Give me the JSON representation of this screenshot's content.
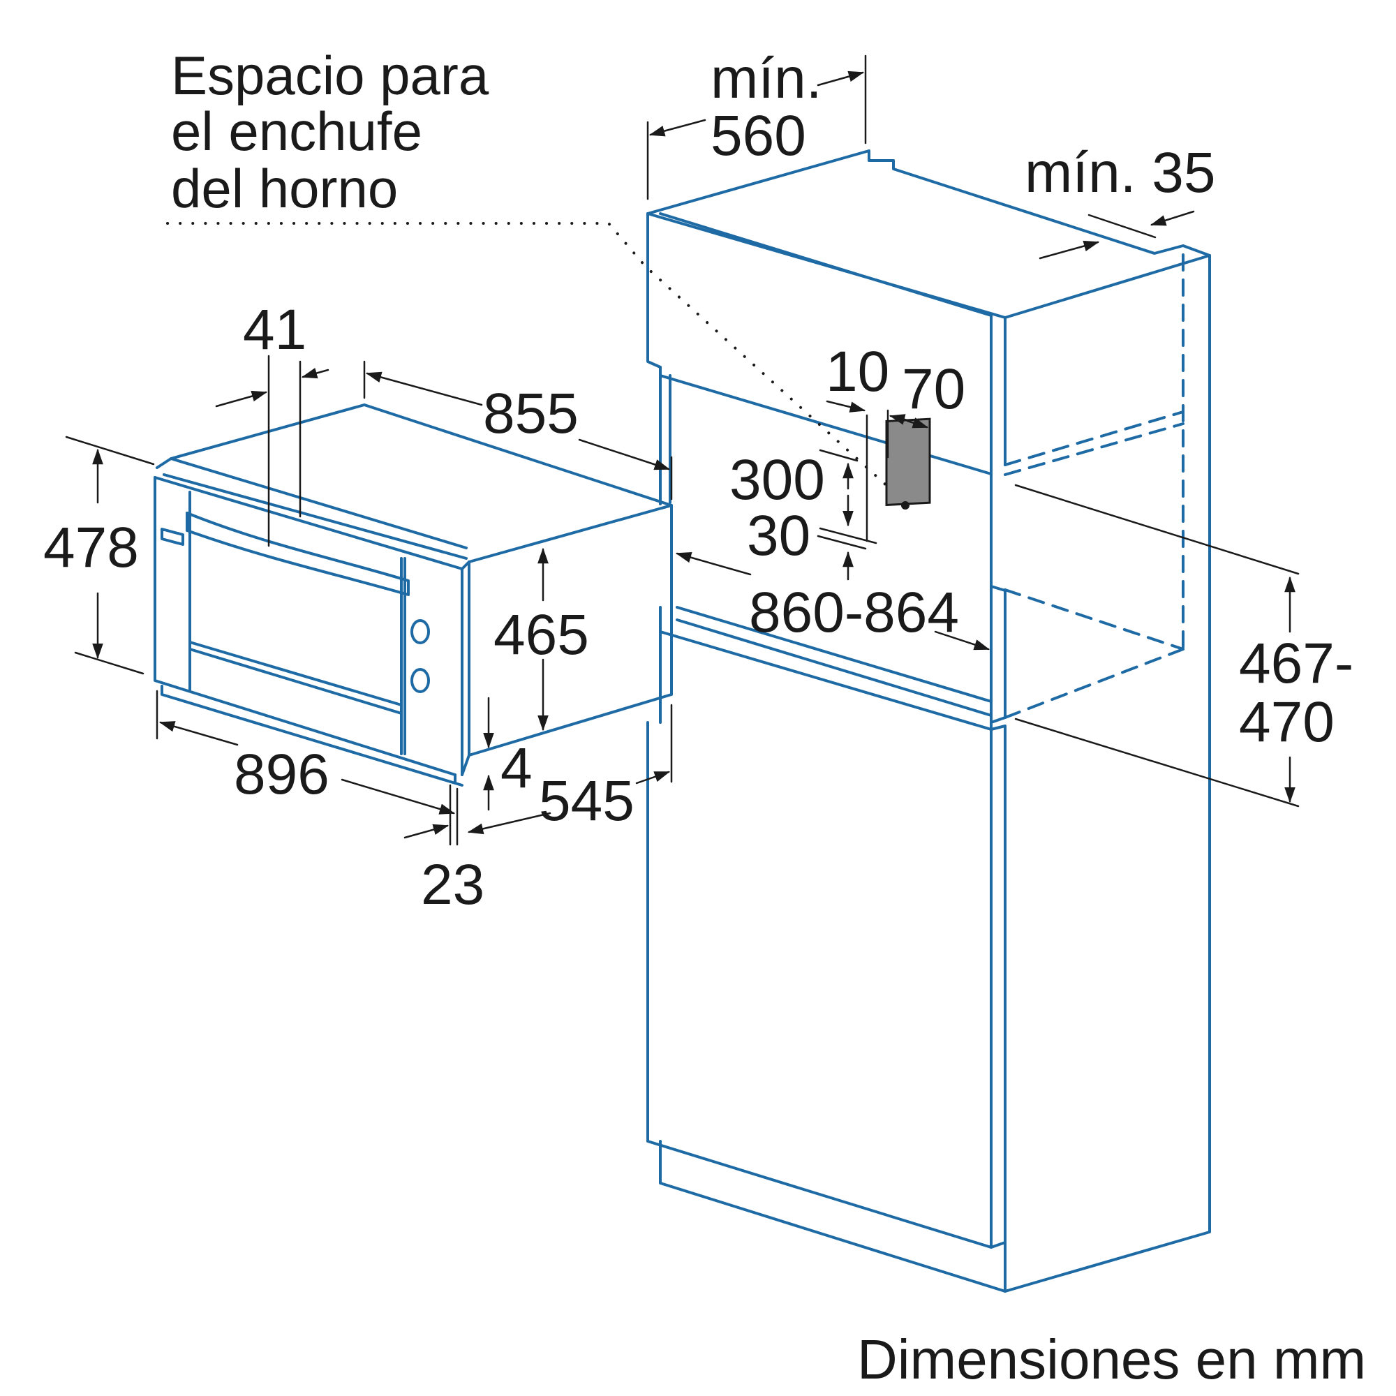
{
  "socket_note": {
    "line1": "Espacio para",
    "line2": "el enchufe",
    "line3": "del horno"
  },
  "dimensions": {
    "min_560_a": "mín.",
    "min_560_b": "560",
    "min_35": "mín. 35",
    "d41": "41",
    "d855": "855",
    "d478": "478",
    "d465": "465",
    "d896": "896",
    "d4": "4",
    "d545": "545",
    "d23": "23",
    "d10": "10",
    "d70": "70",
    "d300": "300",
    "d30": "30",
    "d860_864": "860-864",
    "d467_470_a": "467-",
    "d467_470_b": "470"
  },
  "footer": {
    "units": "Dimensiones en mm"
  },
  "colors": {
    "outline": "#1d6aa5",
    "dimension": "#1a1a1a",
    "socket": "#8a8a8a"
  }
}
